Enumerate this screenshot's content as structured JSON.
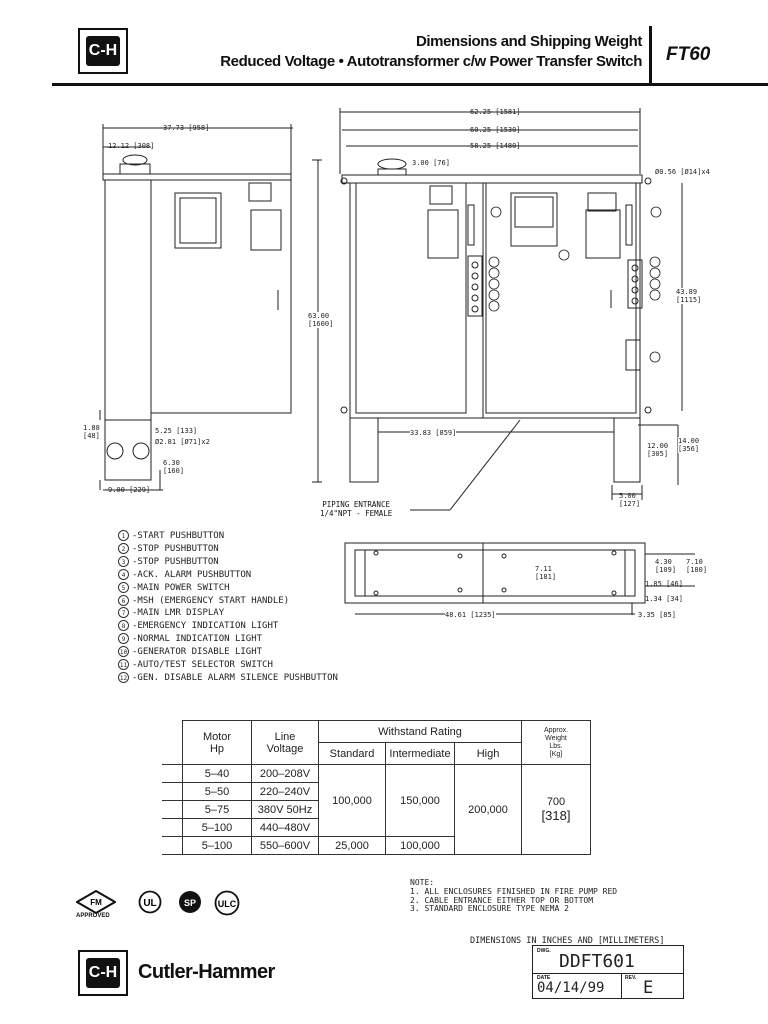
{
  "header": {
    "logo_mark": "C-H",
    "title_line1": "Dimensions and Shipping Weight",
    "title_line2": "Reduced Voltage • Autotransformer c/w Power Transfer Switch",
    "code": "FT60"
  },
  "dims": {
    "side_width": "37.73 [958]",
    "side_top": "12.12 [308]",
    "side_a": "1.88 [48]",
    "side_b": "5.25 [133]",
    "side_hole": "Ø2.81 [Ø71]x2",
    "side_c": "6.30 [160]",
    "side_bottom": "9.00 [229]",
    "overall_width": "62.25 [1581]",
    "width_2": "60.25 [1530]",
    "width_3": "58.25 [1480]",
    "beacon": "3.00 [76]",
    "hole": "Ø0.56 [Ø14]x4",
    "height_total": "63.00 [1600]",
    "height_right": "43.89 [1115]",
    "leg_span": "33.83 [859]",
    "leg_height": "12.00 [305]",
    "leg_total": "14.00 [356]",
    "leg_foot": "5.00 [127]",
    "plan_depth": "7.11 [181]",
    "plan_r1": "4.30 [109]",
    "plan_r2": "7.10 [180]",
    "plan_r3": "1.85 [46]",
    "plan_r4": "1.34 [34]",
    "plan_width": "48.61 [1235]",
    "plan_right": "3.35 [85]"
  },
  "piping": {
    "line1": "PIPING ENTRANCE",
    "line2": "1/4\"NPT - FEMALE"
  },
  "legend": [
    {
      "n": "1",
      "text": "-START PUSHBUTTON"
    },
    {
      "n": "2",
      "text": "-STOP PUSHBUTTON"
    },
    {
      "n": "3",
      "text": "-STOP PUSHBUTTON"
    },
    {
      "n": "4",
      "text": "-ACK. ALARM PUSHBUTTON"
    },
    {
      "n": "5",
      "text": "-MAIN POWER SWITCH"
    },
    {
      "n": "6",
      "text": "-MSH (EMERGENCY START HANDLE)"
    },
    {
      "n": "7",
      "text": "-MAIN LMR DISPLAY"
    },
    {
      "n": "8",
      "text": "-EMERGENCY INDICATION LIGHT"
    },
    {
      "n": "9",
      "text": "-NORMAL INDICATION LIGHT"
    },
    {
      "n": "10",
      "text": "-GENERATOR DISABLE LIGHT"
    },
    {
      "n": "11",
      "text": "-AUTO/TEST SELECTOR SWITCH"
    },
    {
      "n": "12",
      "text": "-GEN. DISABLE ALARM SILENCE PUSHBUTTON"
    }
  ],
  "table": {
    "h_motor1": "Motor",
    "h_motor2": "Hp",
    "h_line1": "Line",
    "h_line2": "Voltage",
    "h_withstand": "Withstand Rating",
    "h_standard": "Standard",
    "h_intermediate": "Intermediate",
    "h_high": "High",
    "h_weight1": "Approx.",
    "h_weight2": "Weight",
    "h_weight3": "Lbs.",
    "h_weight4": "[Kg]",
    "rows": [
      {
        "hp": "5–40",
        "voltage": "200–208V"
      },
      {
        "hp": "5–50",
        "voltage": "220–240V"
      },
      {
        "hp": "5–75",
        "voltage": "380V 50Hz"
      },
      {
        "hp": "5–100",
        "voltage": "440–480V"
      },
      {
        "hp": "5–100",
        "voltage": "550–600V"
      }
    ],
    "std_main": "100,000",
    "int_main": "150,000",
    "high_main": "200,000",
    "std_last": "25,000",
    "int_last": "100,000",
    "weight_lbs": "700",
    "weight_kg": "[318]"
  },
  "notes": {
    "title": "NOTE:",
    "items": [
      "1. ALL ENCLOSURES FINISHED IN FIRE PUMP RED",
      "2. CABLE ENTRANCE EITHER TOP OR BOTTOM",
      "3. STANDARD ENCLOSURE TYPE NEMA 2"
    ]
  },
  "dim_note": "DIMENSIONS IN INCHES AND [MILLIMETERS]",
  "title_block": {
    "dwg_label": "DWG.",
    "dwg": "DDFT601",
    "date_label": "DATE",
    "date": "04/14/99",
    "rev_label": "REV.",
    "rev": "E"
  },
  "certs": {
    "fm": "FM",
    "fm_approved": "APPROVED",
    "ul": "UL",
    "csa": "SP",
    "ulc": "ULC"
  },
  "footer": {
    "logo_mark": "C-H",
    "brand": "Cutler-Hammer"
  }
}
